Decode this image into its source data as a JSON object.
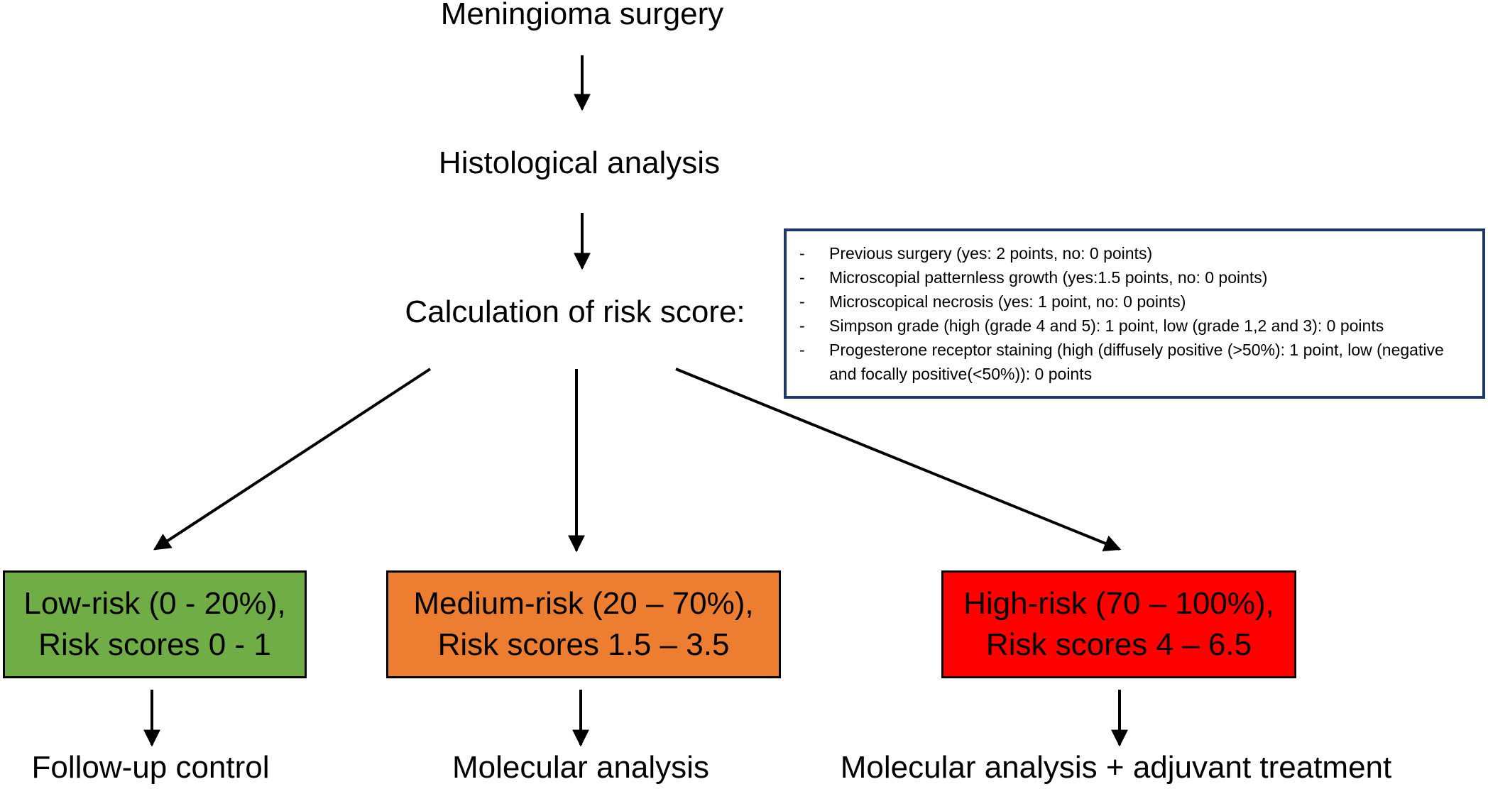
{
  "steps": {
    "surgery": "Meningioma surgery",
    "histology": "Histological analysis",
    "calculation": "Calculation of risk score:"
  },
  "criteria": [
    "Previous surgery (yes: 2 points, no: 0 points)",
    "Microscopial patternless growth (yes:1.5 points, no: 0 points)",
    "Microscopical necrosis (yes: 1 point, no: 0 points)",
    "Simpson grade (high (grade 4 and 5): 1 point, low (grade 1,2 and 3): 0 points",
    "Progesterone receptor staining (high (diffusely positive (>50%): 1 point, low (negative and focally positive(<50%)): 0 points"
  ],
  "criteria_bullet": "-",
  "risk_groups": {
    "low": {
      "line1": "Low-risk (0 - 20%),",
      "line2": "Risk scores 0 - 1",
      "color": "#70ad47"
    },
    "medium": {
      "line1": "Medium-risk (20 – 70%),",
      "line2": "Risk scores 1.5 – 3.5",
      "color": "#ed7d31"
    },
    "high": {
      "line1": "High-risk (70 – 100%),",
      "line2": "Risk scores 4 – 6.5",
      "color": "#ff0000"
    }
  },
  "outcomes": {
    "low": "Follow-up control",
    "medium": "Molecular analysis",
    "high": "Molecular analysis + adjuvant treatment"
  }
}
